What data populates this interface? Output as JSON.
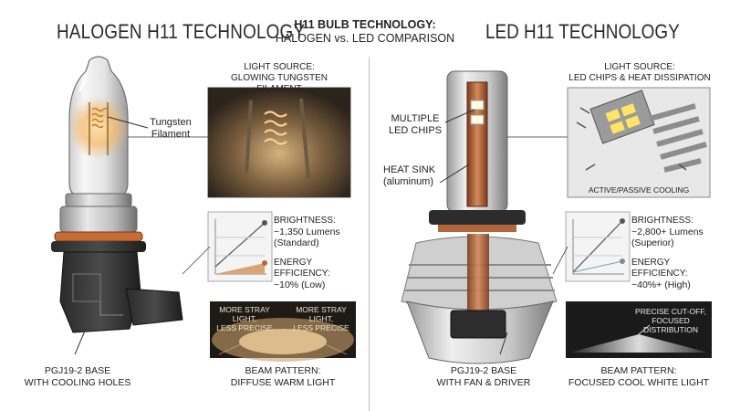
{
  "title": {
    "line1": "H11 BULB TECHNOLOGY:",
    "line2": "HALOGEN vs. LED COMPARISON"
  },
  "halogen": {
    "heading": "HALOGEN H11 TECHNOLOGY",
    "light_source": {
      "line1": "LIGHT SOURCE:",
      "line2": "GLOWING TUNGSTEN FILAMENT"
    },
    "filament_label": {
      "line1": "Tungsten",
      "line2": "Filament"
    },
    "brightness": {
      "line1": "BRIGHTNESS:",
      "line2": "~1,350 Lumens",
      "line3": "(Standard)"
    },
    "efficiency": {
      "line1": "ENERGY EFFICIENCY:",
      "line2": "~10% (Low)"
    },
    "beam_notes": [
      {
        "line1": "MORE STRAY LIGHT,",
        "line2": "LESS PRECISE"
      },
      {
        "line1": "MORE STRAY LIGHT,",
        "line2": "LESS PRECISE"
      }
    ],
    "beam_pattern": {
      "line1": "BEAM PATTERN:",
      "line2": "DIFFUSE WARM LIGHT"
    },
    "base": {
      "line1": "PGJ19-2 BASE",
      "line2": "WITH COOLING HOLES"
    }
  },
  "led": {
    "heading": "LED H11 TECHNOLOGY",
    "light_source": {
      "line1": "LIGHT SOURCE:",
      "line2": "LED CHIPS & HEAT DISSIPATION"
    },
    "chips_label": {
      "line1": "MULTIPLE",
      "line2": "LED CHIPS"
    },
    "heatsink_label": {
      "line1": "HEAT SINK",
      "line2": "(aluminum)"
    },
    "cooling": "ACTIVE/PASSIVE COOLING",
    "brightness": {
      "line1": "BRIGHTNESS:",
      "line2": "~2,800+ Lumens",
      "line3": "(Superior)"
    },
    "efficiency": {
      "line1": "ENERGY EFFICIENCY:",
      "line2": "~40%+ (High)"
    },
    "beam_note": {
      "line1": "PRECISE CUT-OFF,",
      "line2": "FOCUSED DISTRIBUTION"
    },
    "beam_pattern": {
      "line1": "BEAM PATTERN:",
      "line2": "FOCUSED COOL WHITE LIGHT"
    },
    "base": {
      "line1": "PGJ19-2 BASE",
      "line2": "WITH FAN & DRIVER"
    }
  },
  "colors": {
    "filament_glow": "#f3b15a",
    "accent_copper": "#b4653a",
    "led_white": "#fffbe3"
  }
}
